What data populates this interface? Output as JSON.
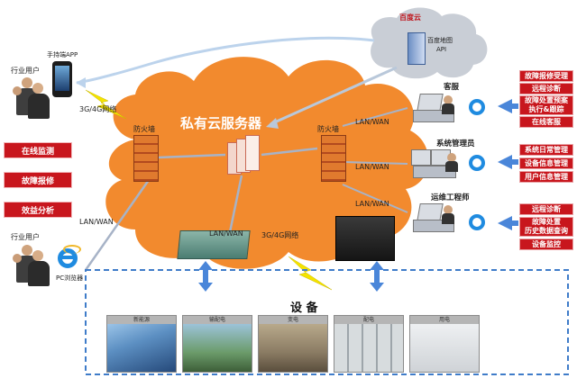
{
  "cloud": {
    "title": "私有云服务器"
  },
  "baidu": {
    "cloud_label": "百度云",
    "map_label_line1": "百度地图",
    "map_label_line2": "API"
  },
  "mobile_user": {
    "app_label": "手持端APP",
    "user_label": "行业用户",
    "network_label": "3G/4G网络"
  },
  "pc_user": {
    "user_label": "行业用户",
    "browser_label": "PC浏览器",
    "network_label": "LAN/WAN"
  },
  "firewalls": {
    "left_label": "防火墙",
    "right_label": "防火墙"
  },
  "left_functions": [
    "在线监测",
    "故障报修",
    "效益分析"
  ],
  "right_roles": [
    {
      "name": "客服",
      "lan": "LAN/WAN",
      "functions": [
        "故障报修受理",
        "远程诊断",
        "故障处置预案\n执行&跟踪",
        "在线客服"
      ]
    },
    {
      "name": "系统管理员",
      "lan": "LAN/WAN",
      "functions": [
        "系统日常管理",
        "设备信息管理",
        "用户信息管理"
      ]
    },
    {
      "name": "运维工程师",
      "lan": "LAN/WAN",
      "functions": [
        "远程诊断",
        "故障处置\n历史数据查询",
        "设备监控"
      ]
    }
  ],
  "gateways": {
    "left_lan": "LAN/WAN",
    "right_network": "3G/4G网络"
  },
  "devices": {
    "title": "设 备",
    "items": [
      "新能源",
      "输配电",
      "变电",
      "配电",
      "用电"
    ]
  },
  "colors": {
    "cloud": "#f08a2c",
    "red": "#c8161d",
    "blue": "#4a7fd0",
    "lightning": "#f5e400"
  }
}
